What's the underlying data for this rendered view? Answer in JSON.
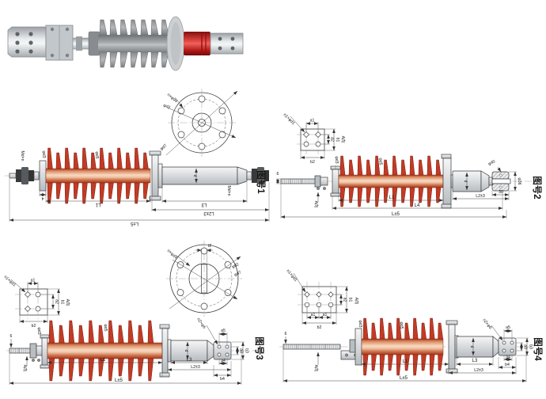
{
  "colors": {
    "shed_red": "#c23b24",
    "core_light": "#f8d8c2",
    "metal_light": "#f3f4f5",
    "photo_red": "#c8201e",
    "photo_gray": "#939699",
    "line": "#3b3b3b"
  },
  "d1": {
    "title": "图号1",
    "circle": {
      "holes": "n×φd4",
      "d2": "φd2",
      "d7": "φd7"
    },
    "labels": {
      "thread_left": "Md×n",
      "thread_right": "Md×n",
      "flange": "φd3",
      "shed": "φd5",
      "rod": "d",
      "t": "4"
    },
    "dims": {
      "L1": "L1",
      "L3": "L3",
      "L2": "L2±3",
      "L": "L±5"
    }
  },
  "d2": {
    "title": "图号2",
    "plate": {
      "view": "A向",
      "holes": "n1×φd1",
      "a1": "a1",
      "a2": "a2",
      "b1": "b1",
      "b2": "b2"
    },
    "labels": {
      "view": "A向",
      "rod": "6",
      "flange": "φd3",
      "shed": "φd5",
      "rod_dia": "d",
      "clamp_dia": "φ40",
      "end_dia": "φ36",
      "end_len": "30"
    },
    "dims": {
      "L1": "L1",
      "L4": "L4",
      "L2": "L2±3",
      "L": "L±5"
    }
  },
  "d3": {
    "title": "图号3",
    "plate": {
      "view": "A向",
      "holes": "n1×φd1",
      "a1": "a1",
      "a2": "a2",
      "b1": "b1",
      "b2": "b2"
    },
    "circle": {
      "t2": "t2",
      "holes": "n×φd4",
      "d2": "φd2",
      "d7": "φd7"
    },
    "labels": {
      "view": "A向",
      "rod": "6",
      "flange": "φd3",
      "shed": "φd5",
      "rod_dia": "d",
      "pad_holes": "n2×φ6",
      "a5": "a5",
      "a3": "a3",
      "b3": "b3",
      "a4": "a4",
      "b4": "b4"
    },
    "dims": {
      "L1": "L1",
      "L3": "L3",
      "L2": "L2±3",
      "L": "L±5"
    }
  },
  "d4": {
    "title": "图号4",
    "plate": {
      "view": "A向",
      "holes": "n1×φd1",
      "a1a": "a1",
      "a1b": "a1",
      "a2": "a2",
      "b1": "b1",
      "b2": "b2"
    },
    "labels": {
      "view": "A向",
      "rod": "6",
      "flange": "φd3",
      "shed": "φd5",
      "rod_dia": "d",
      "pad_holes": "n2×φ6",
      "a5": "a5",
      "a3": "a3",
      "b3": "b3",
      "a4": "a4",
      "b4": "b4"
    },
    "dims": {
      "L1": "L1",
      "L3": "L3",
      "L2": "L2±3",
      "L": "L±5"
    }
  }
}
